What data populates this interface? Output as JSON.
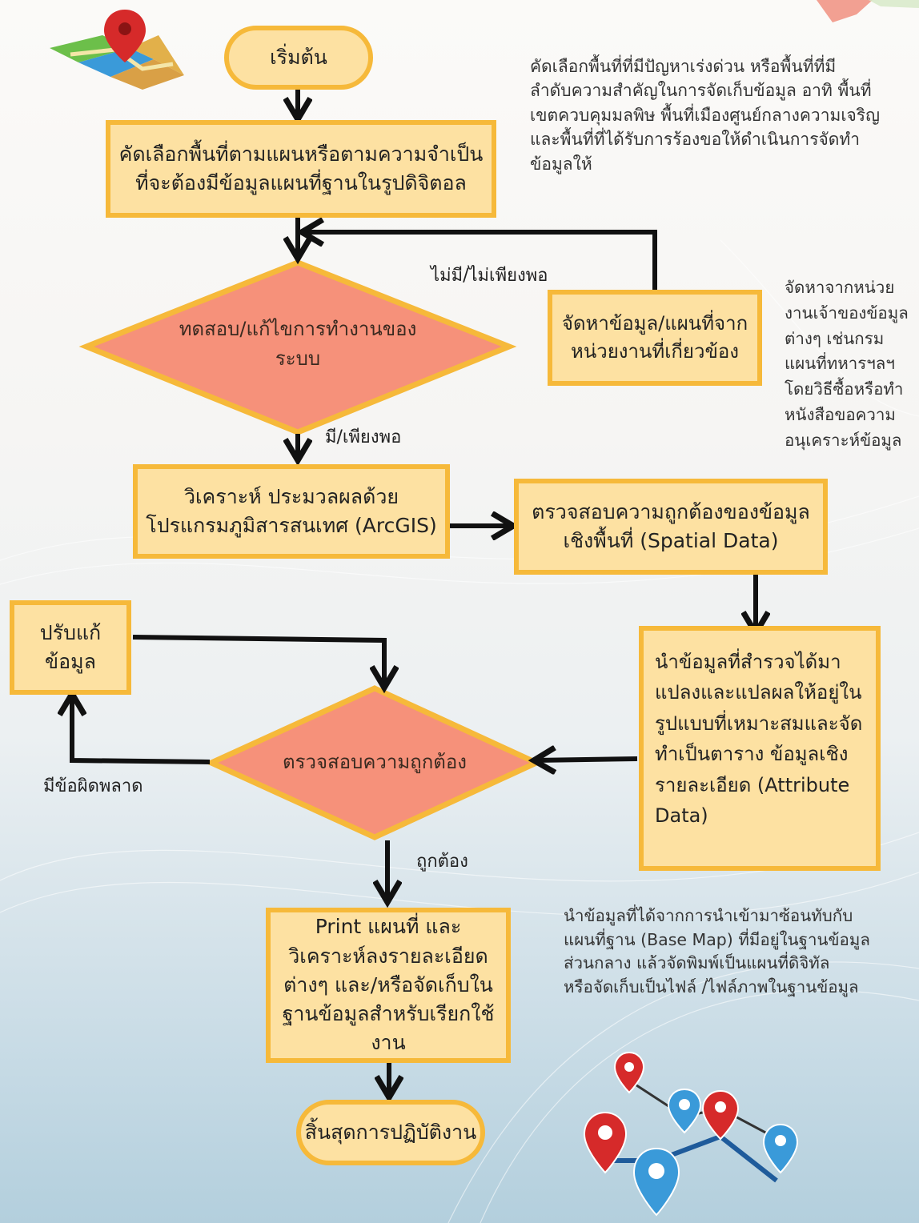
{
  "nodes": {
    "start": "เริ่มต้น",
    "select_area": "คัดเลือกพื้นที่ตามแผนหรือตามความจำเป็นที่จะต้องมีข้อมูลแผนที่ฐานในรูปดิจิตอล",
    "test_system": "ทดสอบ/แก้ไขการทำงานของระบบ",
    "acquire_data": "จัดหาข้อมูล/แผนที่จากหน่วยงานที่เกี่ยวข้อง",
    "analyze": "วิเคราะห์ ประมวลผลด้วยโปรแกรมภูมิสารสนเทศ (ArcGIS)",
    "check_spatial": "ตรวจสอบความถูกต้องของข้อมูลเชิงพื้นที่ (Spatial Data)",
    "fix_data": "ปรับแก้ข้อมูล",
    "check_accuracy": "ตรวจสอบความถูกต้อง",
    "convert_data": "นำข้อมูลที่สำรวจได้มาแปลงและแปลผลให้อยู่ในรูปแบบที่เหมาะสมและจัดทำเป็นตาราง   ข้อมูลเชิงรายละเอียด (Attribute Data)",
    "print_map": "Print แผนที่ และวิเคราะห์ลงรายละเอียดต่างๆ และ/หรือจัดเก็บในฐานข้อมูลสำหรับเรียกใช้งาน",
    "end": "สิ้นสุดการปฏิบัติงาน"
  },
  "edge_labels": {
    "not_enough": "ไม่มี/ไม่เพียงพอ",
    "enough": "มี/เพียงพอ",
    "error": "มีข้อผิดพลาด",
    "correct": "ถูกต้อง"
  },
  "notes": {
    "priority_areas": "คัดเลือกพื้นที่ที่มีปัญหาเร่งด่วน หรือพื้นที่ที่มี\nลำดับความสำคัญในการจัดเก็บข้อมูล อาทิ พื้นที่\nเขตควบคุมมลพิษ พื้นที่เมืองศูนย์กลางความเจริญ\nและพื้นที่ที่ได้รับการร้องขอให้ดำเนินการจัดทำ\nข้อมูลให้",
    "sources": "จัดหาจากหน่วย\nงานเจ้าของข้อมูล\nต่างๆ เช่นกรม\nแผนที่ทหารฯลฯ\nโดยวิธีซื้อหรือทำ\nหนังสือขอความ\nอนุเคราะห์ข้อมูล",
    "overlay": "นำข้อมูลที่ได้จากการนำเข้ามาซ้อนทับกับ\nแผนที่ฐาน (Base Map) ที่มีอยู่ในฐานข้อมูล\nส่วนกลาง แล้วจัดพิมพ์เป็นแผนที่ดิจิทัล\nหรือจัดเก็บเป็นไฟล์ /ไฟล์ภาพในฐานข้อมูล"
  },
  "icons": [
    "map-pin-icon",
    "route-pins-icon"
  ],
  "colors": {
    "box_fill": "#fde1a2",
    "box_border": "#f6b93a",
    "diamond_fill": "#f6917a",
    "arrow": "#111111"
  }
}
